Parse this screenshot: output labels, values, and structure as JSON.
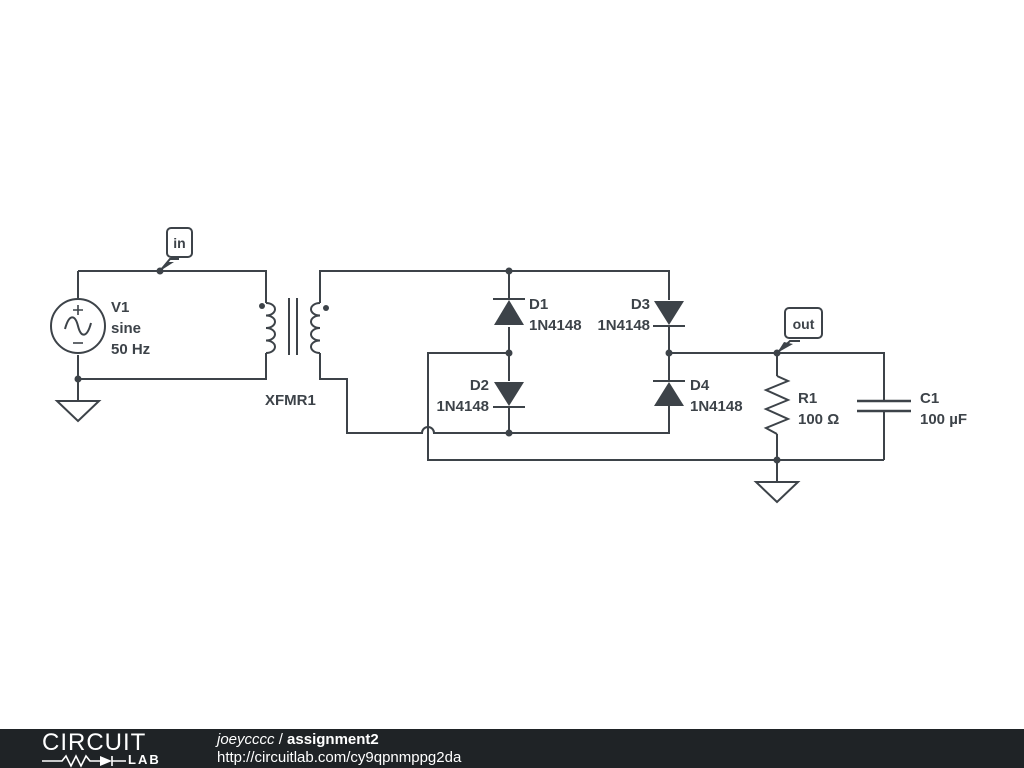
{
  "schematic": {
    "components": {
      "V1": {
        "name": "V1",
        "type": "sine",
        "freq": "50 Hz"
      },
      "XFMR1": {
        "name": "XFMR1"
      },
      "D1": {
        "name": "D1",
        "part": "1N4148"
      },
      "D2": {
        "name": "D2",
        "part": "1N4148"
      },
      "D3": {
        "name": "D3",
        "part": "1N4148"
      },
      "D4": {
        "name": "D4",
        "part": "1N4148"
      },
      "R1": {
        "name": "R1",
        "value": "100 Ω"
      },
      "C1": {
        "name": "C1",
        "value": "100 µF"
      }
    },
    "net_labels": {
      "in": "in",
      "out": "out"
    },
    "colors": {
      "wire": "#3d4349",
      "footer_bg": "#1f2326"
    }
  },
  "footer": {
    "logo_top": "CIRCUIT",
    "logo_bottom": "LAB",
    "author": "joeycccc",
    "separator": " / ",
    "title": "assignment2",
    "url": "http://circuitlab.com/cy9qpnmppg2da"
  }
}
